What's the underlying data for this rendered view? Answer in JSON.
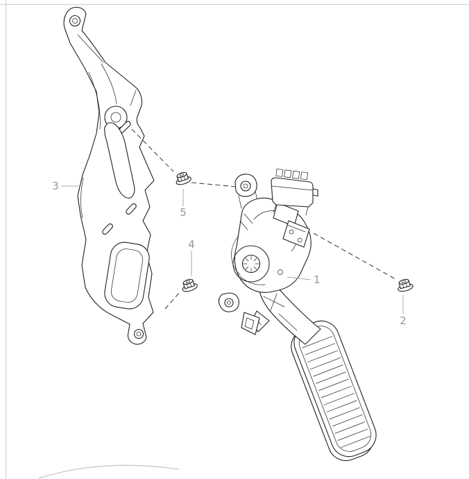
{
  "illustration": {
    "type": "exploded-parts-diagram",
    "callouts": [
      {
        "label": "1"
      },
      {
        "label": "2"
      },
      {
        "label": "3"
      },
      {
        "label": "4"
      },
      {
        "label": "5"
      }
    ]
  },
  "colors": {
    "background": "#ffffff",
    "line": "#1f1f1f",
    "callout_text": "#969696",
    "guide_line": "#3a3a3a",
    "frame": "#d4d4d4"
  }
}
